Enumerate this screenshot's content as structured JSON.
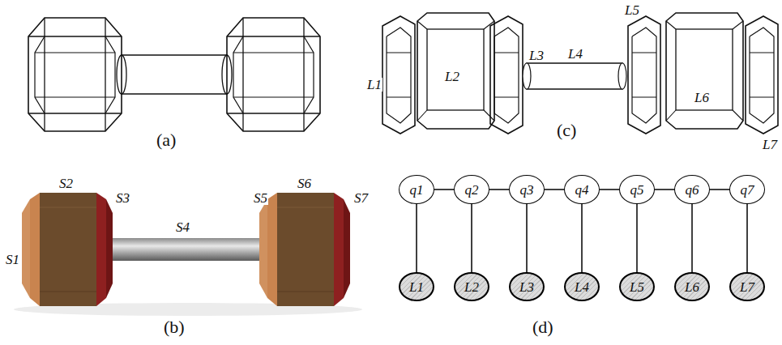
{
  "diagram": {
    "nodes": [
      {
        "text": [
          "q1"
        ]
      },
      {
        "text": [
          "q2"
        ]
      },
      {
        "text": [
          "q3"
        ]
      },
      {
        "text": [
          "q4"
        ]
      },
      {
        "text": [
          "q5"
        ]
      },
      {
        "text": [
          "q6"
        ]
      },
      {
        "text": [
          "q7"
        ]
      },
      {
        "text": [
          "L1"
        ]
      },
      {
        "text": [
          "L2"
        ]
      },
      {
        "text": [
          "L3"
        ]
      },
      {
        "text": [
          "L4"
        ]
      },
      {
        "text": [
          "L5"
        ]
      },
      {
        "text": [
          "L6"
        ]
      },
      {
        "text": [
          "L7"
        ]
      }
    ],
    "edges": [
      {
        "from": 0,
        "to": 1,
        "arrow": "none"
      },
      {
        "from": 1,
        "to": 2,
        "arrow": "none"
      },
      {
        "from": 2,
        "to": 3,
        "arrow": "none"
      },
      {
        "from": 3,
        "to": 4,
        "arrow": "none"
      },
      {
        "from": 4,
        "to": 5,
        "arrow": "none"
      },
      {
        "from": 5,
        "to": 6,
        "arrow": "none"
      },
      {
        "from": 0,
        "to": 7,
        "arrow": "none"
      },
      {
        "from": 1,
        "to": 8,
        "arrow": "none"
      },
      {
        "from": 2,
        "to": 9,
        "arrow": "none"
      },
      {
        "from": 3,
        "to": 10,
        "arrow": "none"
      },
      {
        "from": 4,
        "to": 11,
        "arrow": "none"
      },
      {
        "from": 5,
        "to": 12,
        "arrow": "none"
      },
      {
        "from": 6,
        "to": 13,
        "arrow": "none"
      }
    ],
    "labels": [
      "(a)",
      "S1",
      "S2",
      "S3",
      "S4",
      "S5",
      "S6",
      "S7",
      "(b)",
      "L1",
      "L2",
      "L3",
      "L4",
      "L5",
      "L6",
      "L7",
      "(c)",
      "(d)"
    ]
  }
}
